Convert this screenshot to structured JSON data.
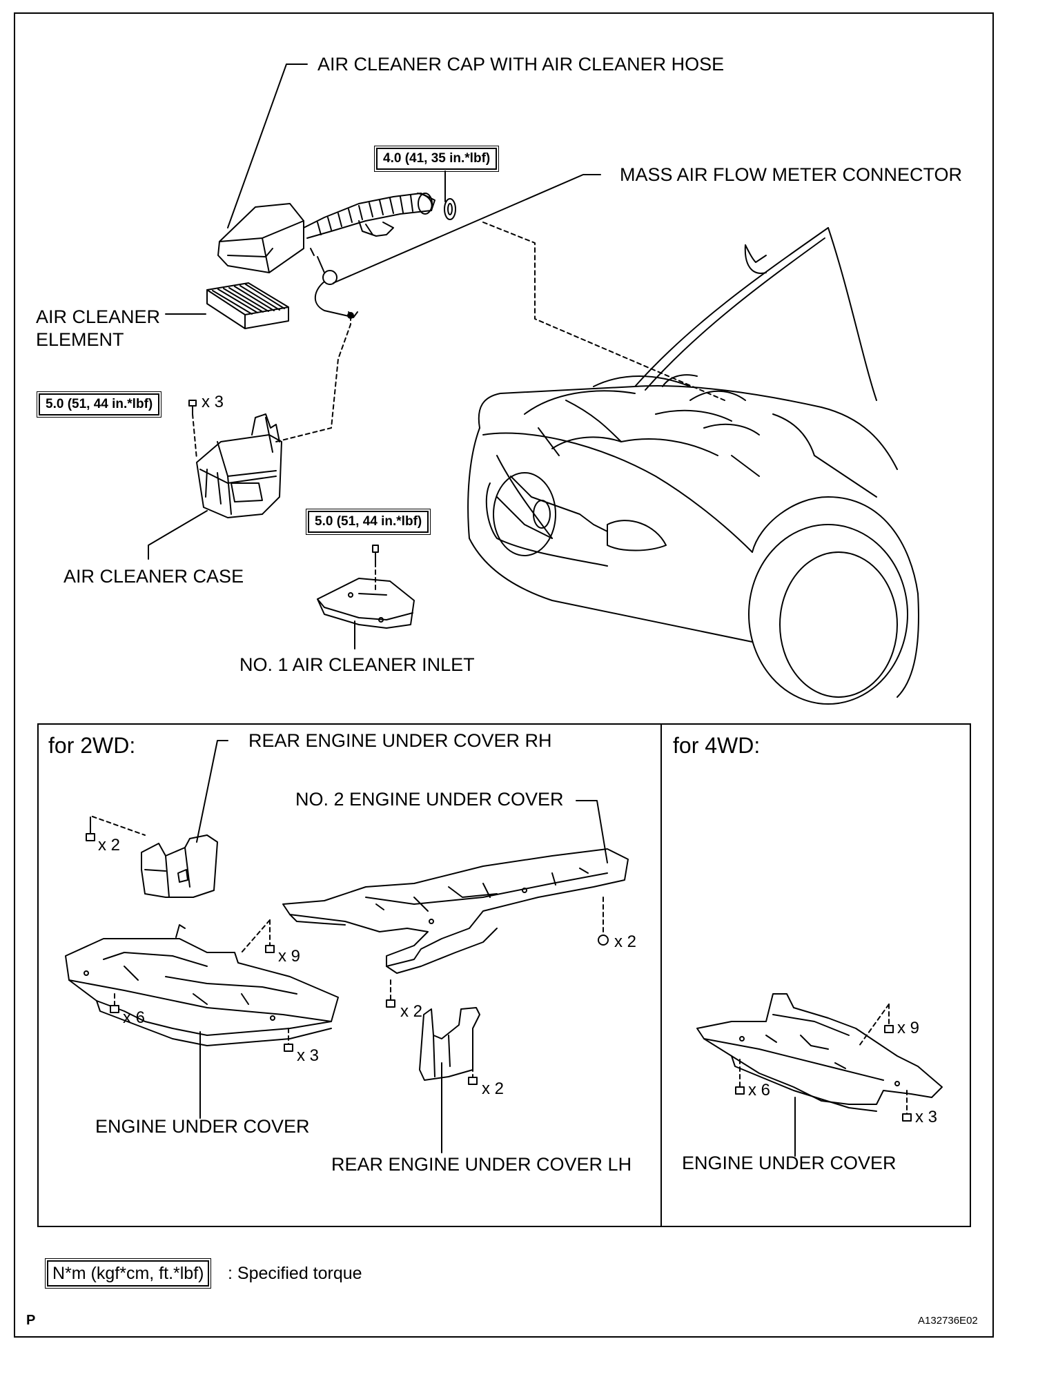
{
  "top": {
    "labels": {
      "air_cleaner_cap": "AIR CLEANER CAP WITH AIR CLEANER HOSE",
      "maf_connector": "MASS AIR FLOW METER CONNECTOR",
      "air_cleaner_element_line1": "AIR CLEANER",
      "air_cleaner_element_line2": "ELEMENT",
      "air_cleaner_case": "AIR CLEANER CASE",
      "no1_inlet": "NO. 1 AIR CLEANER INLET"
    },
    "torques": {
      "clamp": "4.0 (41, 35 in.*lbf)",
      "case_bolts": "5.0 (51, 44 in.*lbf)",
      "inlet_bolt": "5.0 (51, 44 in.*lbf)"
    },
    "quantities": {
      "case_bolts": "x 3"
    }
  },
  "panel_2wd": {
    "title": "for 2WD:",
    "labels": {
      "rear_rh": "REAR ENGINE UNDER COVER RH",
      "no2_cover": "NO. 2 ENGINE UNDER COVER",
      "engine_cover": "ENGINE UNDER COVER",
      "rear_lh": "REAR ENGINE UNDER COVER LH"
    },
    "quantities": {
      "rh_x2": "x 2",
      "x9": "x 9",
      "x6": "x 6",
      "x3": "x 3",
      "no2_x2_right": "x 2",
      "no2_x2_left": "x 2",
      "lh_x2": "x 2"
    }
  },
  "panel_4wd": {
    "title": "for 4WD:",
    "labels": {
      "engine_cover": "ENGINE UNDER COVER"
    },
    "quantities": {
      "x9": "x 9",
      "x6": "x 6",
      "x3": "x 3"
    }
  },
  "legend": {
    "box": "N*m (kgf*cm, ft.*lbf)",
    "text": ": Specified torque"
  },
  "footer": {
    "corner": "P",
    "code": "A132736E02"
  }
}
